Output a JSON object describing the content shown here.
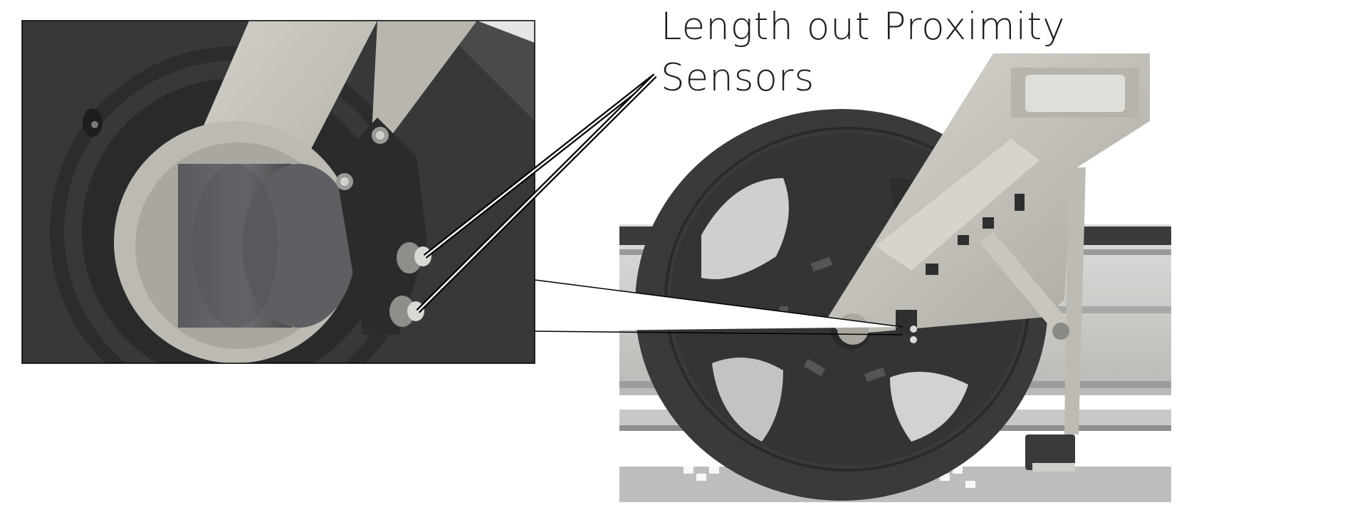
{
  "callout": {
    "line1": "Length out Proximity",
    "line2": "Sensors"
  },
  "colors": {
    "background": "#ffffff",
    "wheel": "#3a3a3a",
    "arm": "#c9c7c0",
    "frame": "#d2d2d0",
    "inset_bg": "#3c3c3c",
    "leader": "#000000"
  },
  "parts": [
    "detail-inset",
    "wheel",
    "sensor-arm",
    "rail-frame",
    "proximity-sensor-upper",
    "proximity-sensor-lower"
  ]
}
